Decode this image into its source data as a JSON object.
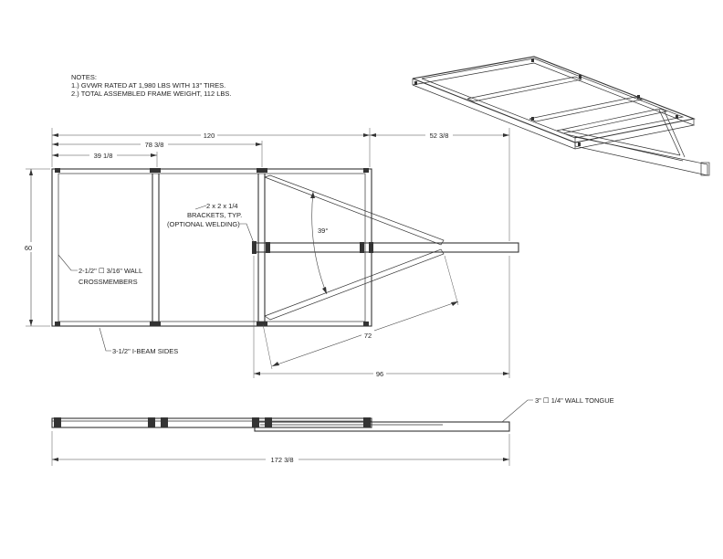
{
  "notes": {
    "heading": "NOTES:",
    "line1": "1.) GVWR RATED AT 1,980 LBS WITH 13\" TIRES.",
    "line2": "2.) TOTAL ASSEMBLED FRAME WEIGHT, 112 LBS."
  },
  "dimensions": {
    "overall_frame": "120",
    "tongue_extension": "52 3/8",
    "second_crossmember": "78 3/8",
    "first_crossmember": "39 1/8",
    "frame_width": "60",
    "angle": "39°",
    "diagonal_length": "72",
    "tongue_length": "96",
    "overall_length": "172 3/8"
  },
  "callouts": {
    "bracket_line1": "2 x 2 x 1/4",
    "bracket_line2": "BRACKETS, TYP.",
    "bracket_line3": "(OPTIONAL WELDING)",
    "crossmember_line1": "2-1/2\" ☐ 3/16\" WALL",
    "crossmember_line2": "CROSSMEMBERS",
    "sides": "3-1/2\" I-BEAM SIDES",
    "tongue": "3\" ☐ 1/4\" WALL TONGUE"
  }
}
